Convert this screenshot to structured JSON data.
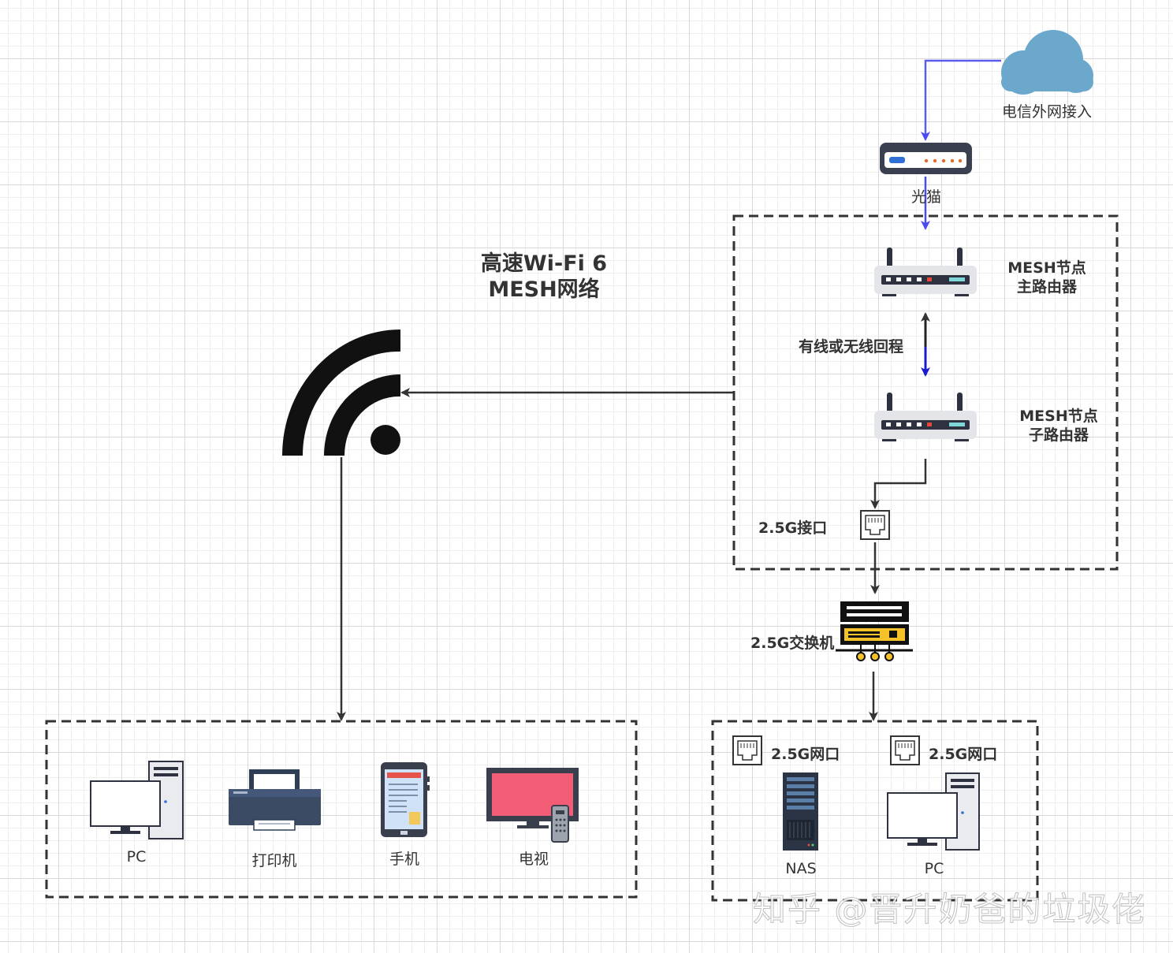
{
  "diagram": {
    "title_line1": "高速Wi-Fi 6",
    "title_line2": "MESH网络",
    "cloud_label": "电信外网接入",
    "modem_label": "光猫",
    "main_router_line1": "MESH节点",
    "main_router_line2": "主路由器",
    "backhaul_label": "有线或无线回程",
    "sub_router_line1": "MESH节点",
    "sub_router_line2": "子路由器",
    "port_label": "2.5G接口",
    "switch_label": "2.5G交换机",
    "wireless_devices": [
      {
        "label": "PC",
        "icon": "pc-icon"
      },
      {
        "label": "打印机",
        "icon": "printer-icon"
      },
      {
        "label": "手机",
        "icon": "phone-icon"
      },
      {
        "label": "电视",
        "icon": "tv-icon"
      }
    ],
    "wired_devices": [
      {
        "label": "NAS",
        "port_label": "2.5G网口",
        "icon": "nas-icon"
      },
      {
        "label": "PC",
        "port_label": "2.5G网口",
        "icon": "pc-icon"
      }
    ],
    "watermark": "知乎 @晋升奶爸的垃圾佬"
  },
  "colors": {
    "internet_link": "#5b5bf0",
    "backhaul_down": "#1a1acc",
    "line": "#333333",
    "cloud": "#6ba8cc",
    "switch_accent": "#f5c22a",
    "tv_screen": "#f25c74"
  }
}
